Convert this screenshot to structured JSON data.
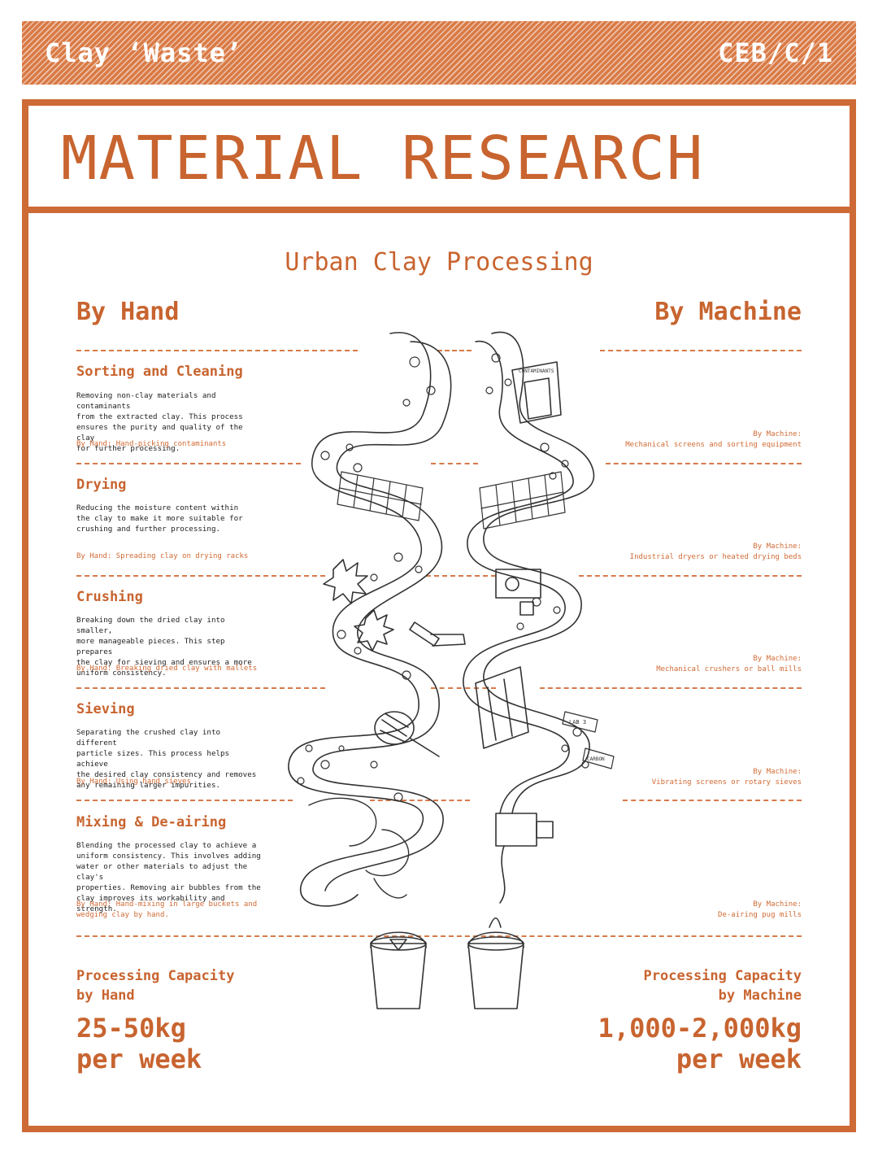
{
  "header": {
    "left_label": "Clay ‘Waste’",
    "right_label": "CEB/C/1"
  },
  "title": "MATERIAL RESEARCH",
  "subtitle": "Urban Clay Processing",
  "columns": {
    "left": "By Hand",
    "right": "By Machine"
  },
  "steps": [
    {
      "title": "Sorting and Cleaning",
      "desc": [
        "Removing non-clay materials and contaminants",
        "from the extracted clay. This process",
        "ensures the purity and quality of the clay",
        "for further processing."
      ],
      "hand": [
        "By Hand: Hand-picking contaminants"
      ],
      "machine": [
        "By Machine:",
        "Mechanical screens and sorting equipment"
      ]
    },
    {
      "title": "Drying",
      "desc": [
        "Reducing the moisture content within",
        "the clay to make it more suitable for",
        "crushing and further processing."
      ],
      "hand": [
        "By Hand: Spreading clay on drying racks"
      ],
      "machine": [
        "By Machine:",
        "Industrial dryers or heated drying beds"
      ]
    },
    {
      "title": "Crushing",
      "desc": [
        "Breaking down the dried clay into smaller,",
        "more manageable pieces. This step prepares",
        "the clay for sieving and ensures a more",
        "uniform consistency."
      ],
      "hand": [
        "By Hand: Breaking dried clay with mallets"
      ],
      "machine": [
        "By Machine:",
        "Mechanical crushers or ball mills"
      ]
    },
    {
      "title": "Sieving",
      "desc": [
        "Separating the crushed clay into different",
        "particle sizes. This process helps achieve",
        "the desired clay consistency and removes",
        "any remaining larger impurities."
      ],
      "hand": [
        "By Hand: Using hand sieves"
      ],
      "machine": [
        "By Machine:",
        "Vibrating screens or rotary sieves"
      ]
    },
    {
      "title": "Mixing & De-airing",
      "desc": [
        "Blending the processed clay to achieve a",
        "uniform consistency. This involves adding",
        "water or other materials to adjust the clay's",
        "properties. Removing air bubbles from the",
        "clay improves its workability and strength."
      ],
      "hand": [
        "By Hand: Hand-mixing in large buckets and",
        "wedging clay by hand."
      ],
      "machine": [
        "By Machine:",
        "De-airing pug mills"
      ]
    }
  ],
  "capacity": {
    "hand_label": [
      "Processing Capacity",
      "by Hand"
    ],
    "hand_value": [
      "25-50kg",
      "per week"
    ],
    "machine_label": [
      "Processing Capacity",
      "by Machine"
    ],
    "machine_value": [
      "1,000-2,000kg",
      "per week"
    ]
  },
  "illustration": {
    "sign_text": "CONTAMINANTS",
    "label_1": "LAB 3",
    "label_2": "CARBON"
  },
  "colors": {
    "accent": "#c8642f",
    "band": "#d97a45",
    "frame": "#cd6a36"
  }
}
